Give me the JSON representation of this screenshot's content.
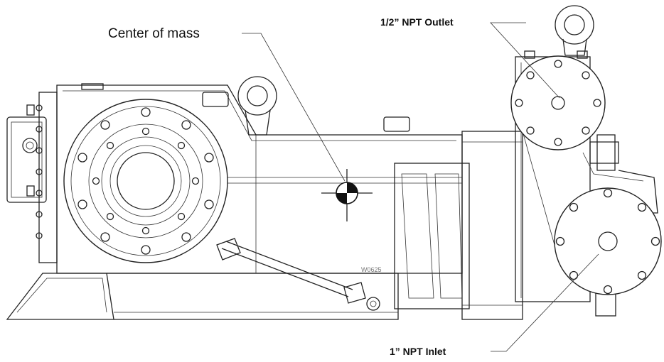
{
  "callouts": {
    "center_of_mass": "Center of mass",
    "outlet": "1/2” NPT Outlet",
    "inlet": "1” NPT Inlet"
  },
  "drawing_code": "W0625",
  "icons": {
    "center_of_mass_symbol": "center-of-mass-icon",
    "lifting_eye": "lifting-eye-icon"
  }
}
